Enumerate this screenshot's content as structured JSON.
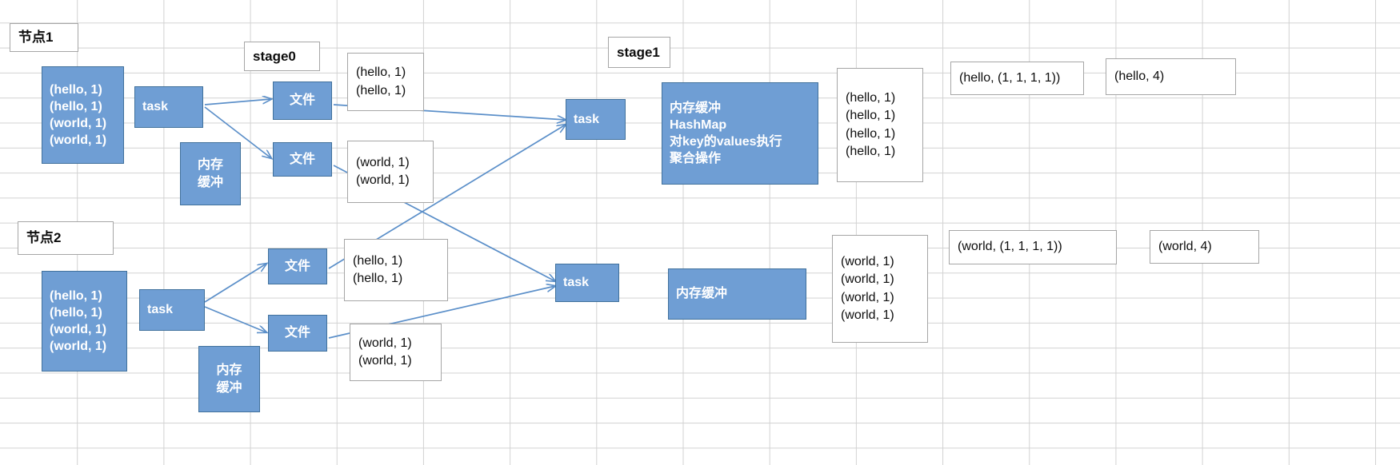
{
  "diagram": {
    "title_hidden": "",
    "accent_blue": "#6f9ed4",
    "accent_blue_border": "#41719c",
    "grid_line": "#d2d2d2",
    "arrow_color": "#5b8fc9"
  },
  "labels": {
    "node1": "节点1",
    "node2": "节点2",
    "stage0": "stage0",
    "stage1": "stage1"
  },
  "node1": {
    "input": "(hello, 1)\n(hello, 1)\n(world, 1)\n(world, 1)",
    "task": "task",
    "mem_buffer": "内存\n缓冲",
    "file_top": "文件",
    "file_bottom": "文件",
    "spill_hello": "(hello, 1)\n(hello, 1)",
    "spill_world": "(world, 1)\n(world, 1)"
  },
  "node2": {
    "input": "(hello, 1)\n(hello, 1)\n(world, 1)\n(world, 1)",
    "task": "task",
    "mem_buffer": "内存\n缓冲",
    "file_top": "文件",
    "file_bottom": "文件",
    "spill_hello": "(hello, 1)\n(hello, 1)",
    "spill_world": "(world, 1)\n(world, 1)"
  },
  "stage1_top": {
    "task": "task",
    "mem_buffer": "内存缓冲\nHashMap\n对key的values执行\n聚合操作",
    "shuffled": "(hello, 1)\n(hello, 1)\n(hello, 1)\n(hello, 1)",
    "grouped": "(hello, (1, 1, 1, 1))",
    "aggregated": "(hello, 4)"
  },
  "stage1_bottom": {
    "task": "task",
    "mem_buffer": "内存缓冲",
    "shuffled": "(world, 1)\n(world, 1)\n(world, 1)\n(world, 1)",
    "grouped": "(world, (1, 1, 1, 1))",
    "aggregated": "(world, 4)"
  }
}
